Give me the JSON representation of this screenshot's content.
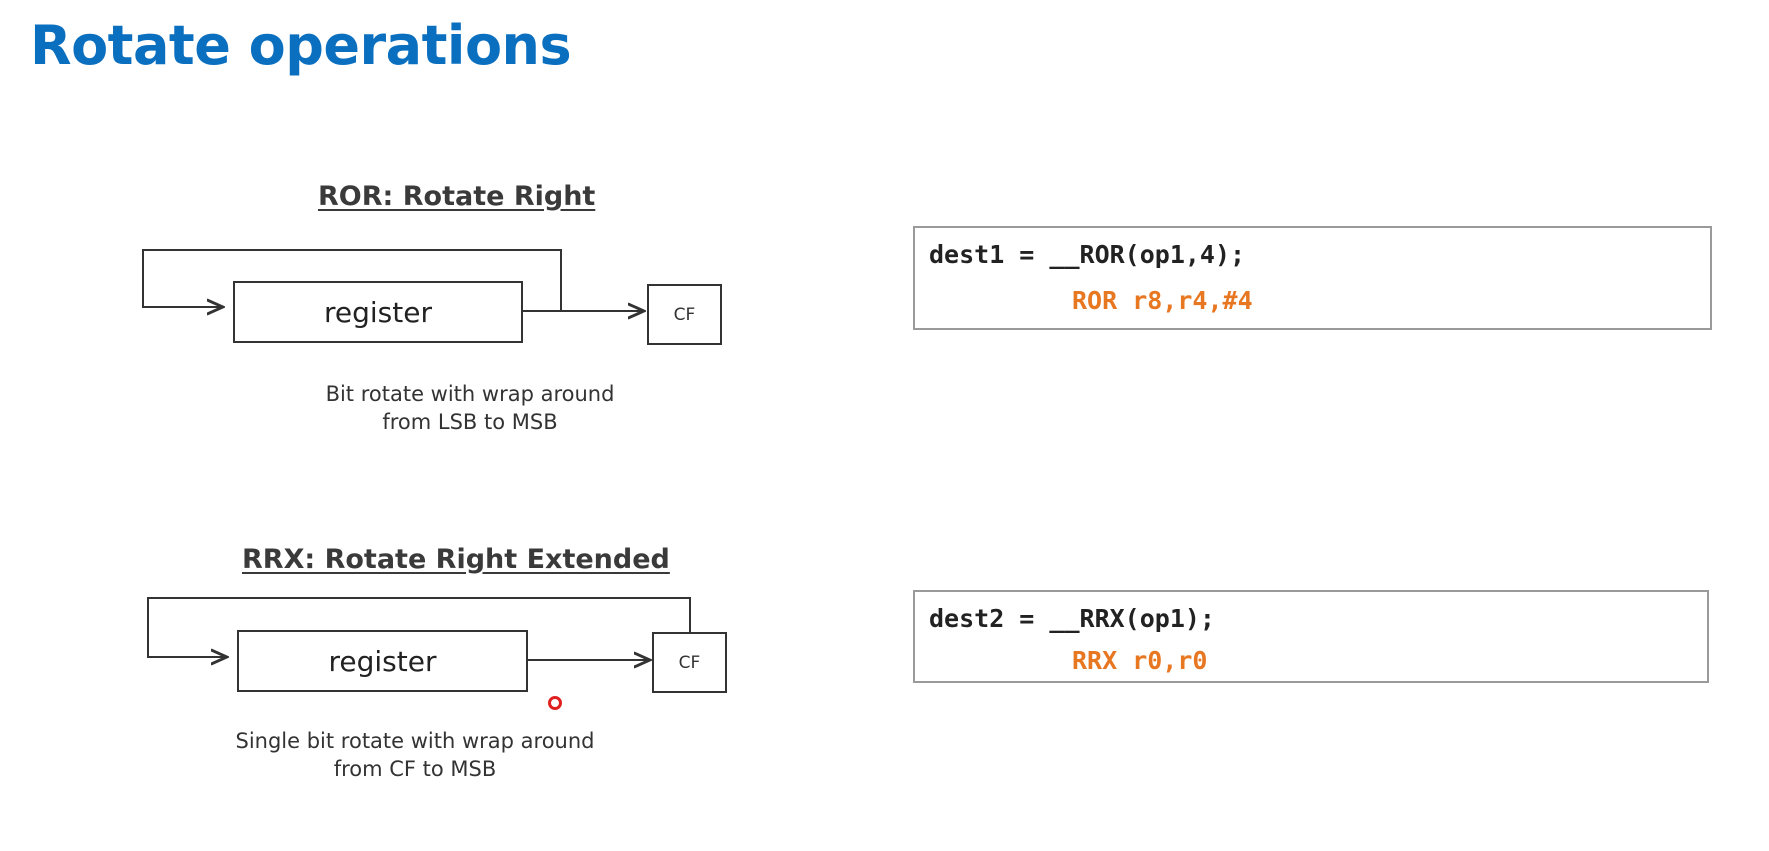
{
  "slide": {
    "title": "Rotate operations"
  },
  "ror": {
    "heading": "ROR: Rotate Right",
    "register_label": "register",
    "cf_label": "CF",
    "caption_line1": "Bit rotate with wrap around",
    "caption_line2": "from LSB to MSB",
    "code": {
      "c_line": "dest1 = __ROR(op1,4);",
      "asm_line": "ROR r8,r4,#4"
    }
  },
  "rrx": {
    "heading": "RRX: Rotate Right Extended",
    "register_label": "register",
    "cf_label": "CF",
    "caption_line1": "Single bit rotate with wrap around",
    "caption_line2": "from CF to MSB",
    "code": {
      "c_line": "dest2 = __RRX(op1);",
      "asm_line": "RRX r0,r0"
    }
  },
  "colors": {
    "title": "#0B6FC0",
    "asm": "#E87722"
  }
}
